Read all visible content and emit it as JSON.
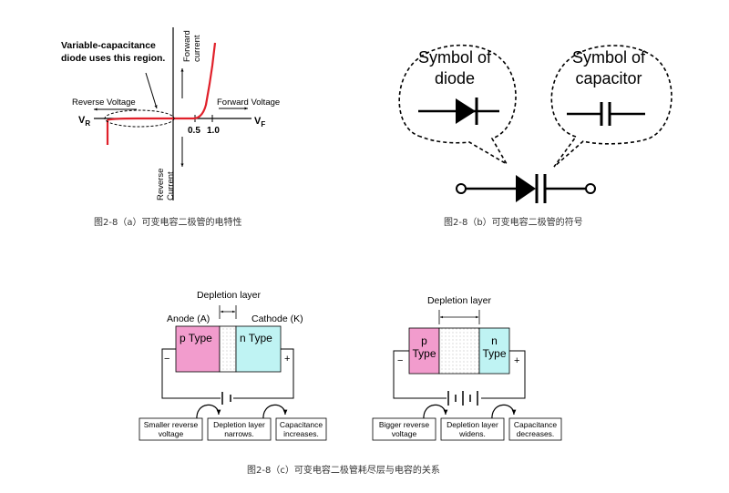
{
  "fig_a": {
    "annotation_line1": "Variable-capacitance",
    "annotation_line2": "diode uses this region.",
    "forward_current_line1": "Forward",
    "forward_current_line2": "current",
    "reverse_voltage": "Reverse Voltage",
    "forward_voltage": "Forward Voltage",
    "vr_main": "V",
    "vr_sub": "R",
    "vf_main": "V",
    "vf_sub": "F",
    "tick_05": "0.5",
    "tick_10": "1.0",
    "reverse_current_line1": "Reverse",
    "reverse_current_line2": "Current",
    "caption": "图2-8（a）可变电容二极管的电特性",
    "curve_color": "#e0202a"
  },
  "fig_b": {
    "bubble1_line1": "Symbol of",
    "bubble1_line2": "diode",
    "bubble2_line1": "Symbol of",
    "bubble2_line2": "capacitor",
    "caption": "图2-8（b）可变电容二极管的符号"
  },
  "fig_c": {
    "left": {
      "depletion_label": "Depletion layer",
      "anode_label": "Anode (A)",
      "cathode_label": "Cathode (K)",
      "p_label": "p Type",
      "n_label": "n Type",
      "minus": "−",
      "plus": "+",
      "box1_line1": "Smaller reverse",
      "box1_line2": "voltage",
      "box2_line1": "Depletion layer",
      "box2_line2": "narrows.",
      "box3_line1": "Capacitance",
      "box3_line2": "increases."
    },
    "right": {
      "depletion_label": "Depletion layer",
      "p_line1": "p",
      "p_line2": "Type",
      "n_line1": "n",
      "n_line2": "Type",
      "minus": "−",
      "plus": "+",
      "box1_line1": "Bigger reverse",
      "box1_line2": "voltage",
      "box2_line1": "Depletion layer",
      "box2_line2": "widens.",
      "box3_line1": "Capacitance",
      "box3_line2": "decreases."
    },
    "caption": "图2-8（c）可变电容二极管耗尽层与电容的关系",
    "p_color": "#f29ccd",
    "n_color": "#bff3f3"
  }
}
